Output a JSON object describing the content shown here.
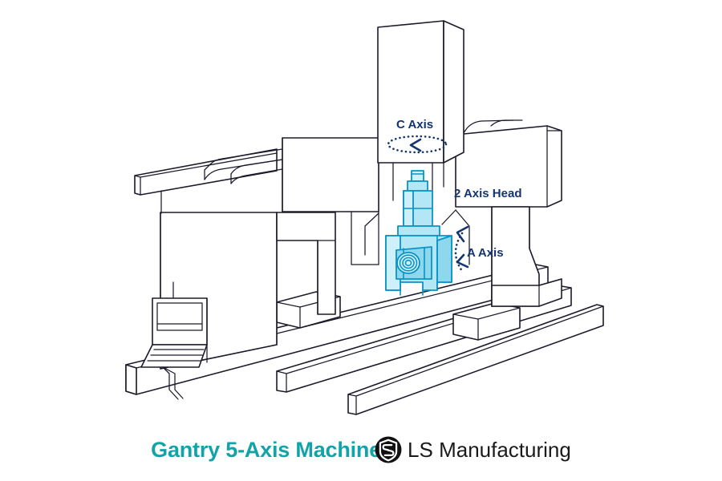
{
  "page": {
    "background_color": "#ffffff",
    "subject": "Gantry 5-Axis Machine technical line illustration"
  },
  "illustration": {
    "name": "gantry-5-axis-machine",
    "line_color": "#1b1b2b",
    "accent_fill": "#b3e7f5",
    "accent_stroke": "#0b93c6",
    "annotation_color": "#14356d",
    "annotations": [
      {
        "id": "c-axis",
        "label": "C Axis",
        "motion": "rotary",
        "indicator": "dotted-ellipse-with-left-arrow"
      },
      {
        "id": "two-axis-head",
        "label": "2 Axis Head",
        "motion": "assembly-callout",
        "indicator": "none"
      },
      {
        "id": "a-axis",
        "label": "A Axis",
        "motion": "tilt",
        "indicator": "dotted-arc-with-two-arrows"
      }
    ],
    "parts": [
      "c-axis-tower",
      "cross-rail",
      "left-column",
      "right-column",
      "two-axis-head-housing",
      "spindle",
      "tilting-head",
      "machine-bed-rails",
      "control-console"
    ]
  },
  "footer": {
    "product_title": "Gantry 5-Axis Machine",
    "brand_name": "LS Manufacturing",
    "brand_mark": "ls-shield-logo",
    "title_color": "#12a3a9",
    "brand_color": "#1a1a1a"
  }
}
